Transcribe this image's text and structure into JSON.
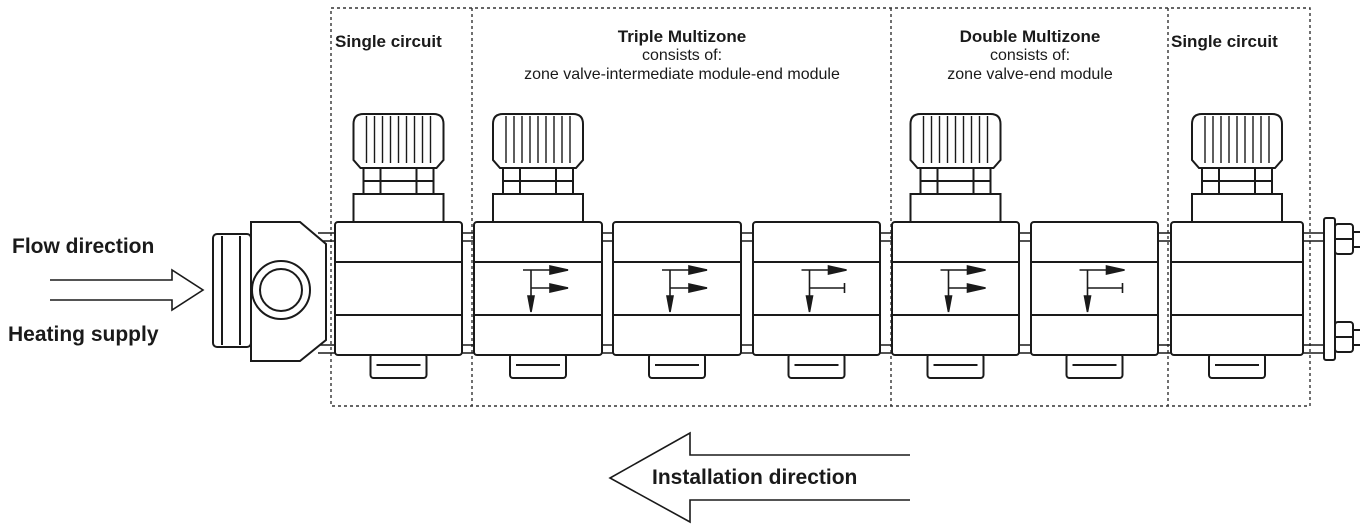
{
  "zones": [
    {
      "title": "Single circuit"
    },
    {
      "title": "Triple Multizone",
      "line2": "consists of:",
      "line3": "zone valve-intermediate module-end module"
    },
    {
      "title": "Double Multizone",
      "line2": "consists of:",
      "line3": "zone valve-end module"
    },
    {
      "title": "Single circuit"
    }
  ],
  "flow_label": "Flow direction",
  "supply_label": "Heating supply",
  "install_label": "Installation direction",
  "colors": {
    "line": "#1a1a1a",
    "dotted": "#333333",
    "background": "#ffffff"
  }
}
